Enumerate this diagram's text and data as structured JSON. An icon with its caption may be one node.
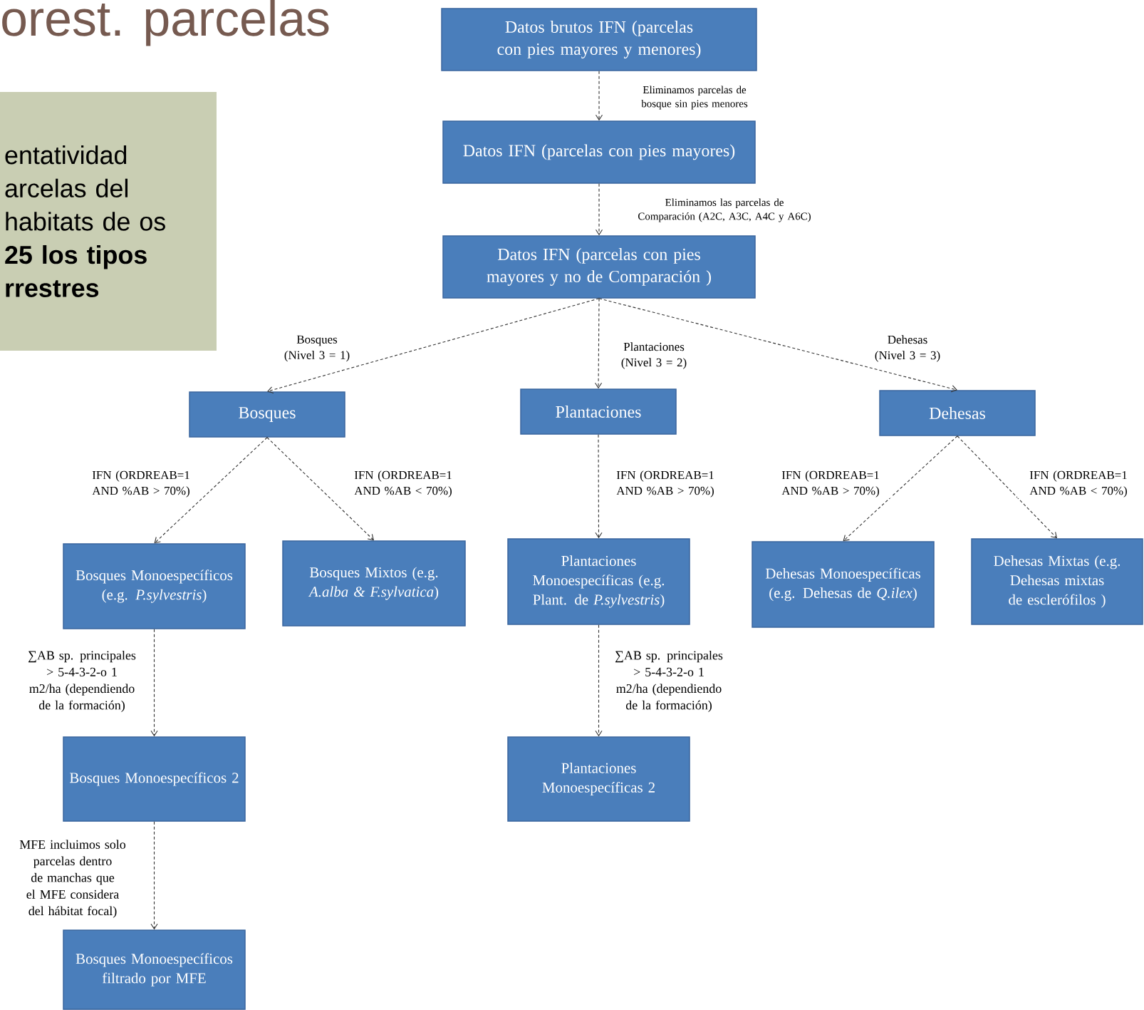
{
  "diagram": {
    "title": "orest. parcelas",
    "nodes": [
      {
        "text": [
          "Datos brutos IFN (parcelas con pies mayores y menores)"
        ]
      },
      {
        "text": [
          "Datos IFN (parcelas con pies mayores)"
        ]
      },
      {
        "text": [
          "Datos IFN (parcelas con pies mayores y no de Comparación )"
        ]
      },
      {
        "text": [
          "Bosques"
        ]
      },
      {
        "text": [
          "Plantaciones"
        ]
      },
      {
        "text": [
          "Dehesas"
        ]
      },
      {
        "text": [
          "Bosques Monoespecíficos (e.g. *P.sylvestris*)"
        ]
      },
      {
        "text": [
          "Bosques Mixtos (e.g. *A.alba & F.sylvatica*)"
        ]
      },
      {
        "text": [
          "Plantaciones Monoespecíficas (e.g. Plant. de *P.sylvestris*)"
        ]
      },
      {
        "text": [
          "Dehesas Monoespecíficas (e.g. Dehesas de *Q.ilex*)"
        ]
      },
      {
        "text": [
          "Dehesas Mixtas (e.g. Dehesas mixtas de esclerófilos )"
        ]
      },
      {
        "text": [
          "Bosques Monoespecíficos 2"
        ]
      },
      {
        "text": [
          "Plantaciones Monoespecíficas 2"
        ]
      },
      {
        "text": [
          "Bosques Monoespecíficos filtrado por MFE"
        ]
      },
      {
        "text": [
          "entatividad arcelas del habitats de os **25 los tipos rrestres**"
        ]
      }
    ],
    "edges": [
      {
        "from": 0,
        "to": 1,
        "arrow": "to",
        "label": "Eliminamos parcelas de bosque sin pies menores"
      },
      {
        "from": 1,
        "to": 2,
        "arrow": "to",
        "label": "Eliminamos las parcelas de Comparación (A2C, A3C, A4C y A6C)"
      },
      {
        "from": 2,
        "to": 3,
        "arrow": "to",
        "label": "Bosques (Nivel 3 = 1)"
      },
      {
        "from": 2,
        "to": 4,
        "arrow": "to",
        "label": "Plantaciones (Nivel 3 = 2)"
      },
      {
        "from": 2,
        "to": 5,
        "arrow": "to",
        "label": "Dehesas (Nivel 3 = 3)"
      },
      {
        "from": 3,
        "to": 6,
        "arrow": "to",
        "label": "IFN (ORDREAB=1 AND %AB > 70%)"
      },
      {
        "from": 3,
        "to": 7,
        "arrow": "to",
        "label": "IFN (ORDREAB=1 AND %AB < 70%)"
      },
      {
        "from": 4,
        "to": 8,
        "arrow": "to",
        "label": "IFN (ORDREAB=1 AND %AB > 70%)"
      },
      {
        "from": 5,
        "to": 9,
        "arrow": "to",
        "label": "IFN (ORDREAB=1 AND %AB > 70%)"
      },
      {
        "from": 5,
        "to": 10,
        "arrow": "to",
        "label": "IFN (ORDREAB=1 AND %AB < 70%)"
      },
      {
        "from": 6,
        "to": 11,
        "arrow": "to",
        "label": "∑AB sp. principales > 5-4-3-2-o 1 m2/ha (dependiendo de la formación)"
      },
      {
        "from": 8,
        "to": 12,
        "arrow": "to",
        "label": "∑AB sp. principales > 5-4-3-2-o 1 m2/ha (dependiendo de la formación)"
      },
      {
        "from": 11,
        "to": 13,
        "arrow": "to",
        "label": "MFE incluimos solo parcelas dentro de manchas que el MFE considera del hábitat focal)"
      }
    ]
  }
}
